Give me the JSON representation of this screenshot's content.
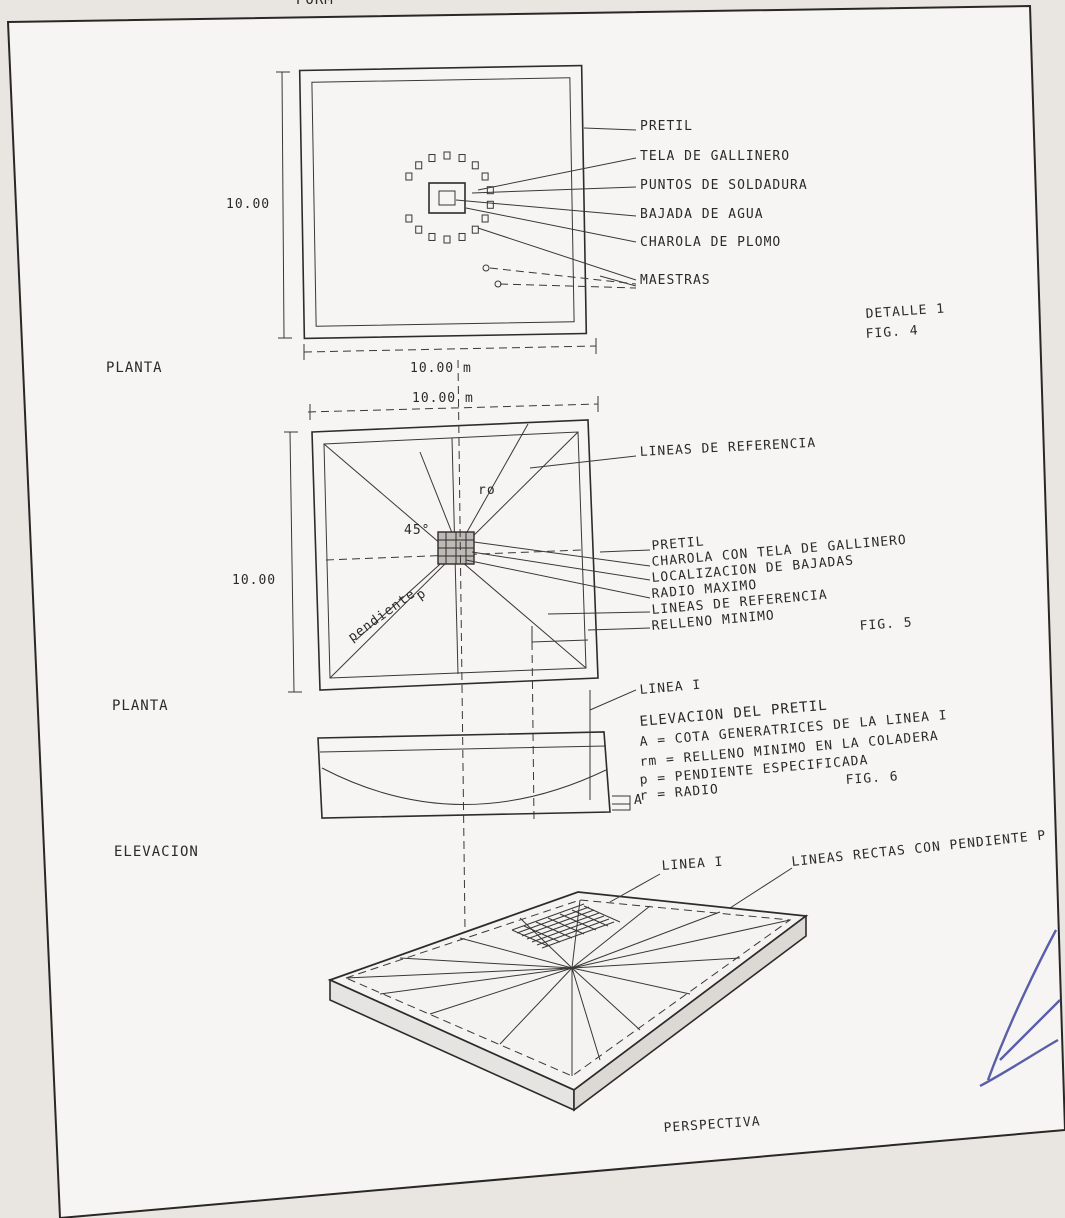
{
  "header_fragment": "PORM",
  "fig4": {
    "dim_side": "10.00",
    "dim_bottom": "10.00 m",
    "view_label": "PLANTA",
    "callouts": [
      "PRETIL",
      "TELA DE GALLINERO",
      "PUNTOS DE SOLDADURA",
      "BAJADA DE AGUA",
      "CHAROLA DE PLOMO",
      "MAESTRAS"
    ],
    "detail": "DETALLE 1",
    "fig": "FIG. 4"
  },
  "fig5": {
    "dim_top": "10.00 m",
    "dim_side": "10.00",
    "view_label": "PLANTA",
    "angle": "45°",
    "radius": "ro",
    "slope": "pendiente",
    "slope_var": "p",
    "callouts": [
      "LINEAS DE REFERENCIA",
      "PRETIL",
      "CHAROLA CON TELA DE GALLINERO",
      "LOCALIZACION DE BAJADAS",
      "RADIO MAXIMO",
      "LINEAS DE REFERENCIA",
      "RELLENO MINIMO"
    ],
    "fig": "FIG. 5"
  },
  "fig6": {
    "line_label": "LINEA I",
    "view_label": "ELEVACION",
    "legend": [
      "ELEVACION DEL PRETIL",
      "A = COTA GENERATRICES DE LA LINEA I",
      "rm = RELLENO MINIMO EN LA COLADERA",
      "p = PENDIENTE ESPECIFICADA",
      "r = RADIO"
    ],
    "marker_a": "A",
    "fig": "FIG. 6"
  },
  "perspective": {
    "line_label": "LINEA I",
    "lines_label": "LINEAS RECTAS CON PENDIENTE P",
    "view_label": "PERSPECTIVA"
  }
}
